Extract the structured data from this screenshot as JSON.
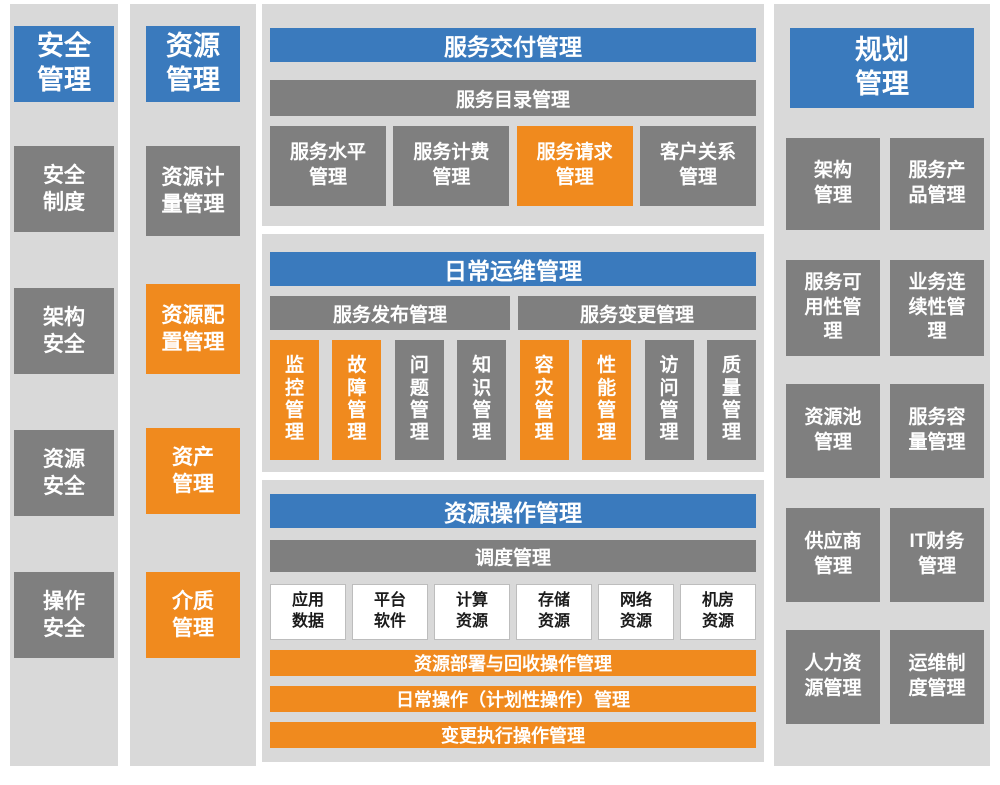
{
  "colors": {
    "blue": "#3A7ABD",
    "gray": "#7F7F7F",
    "orange": "#F08A1E",
    "column_background": "#D9D9D9",
    "white_box_text": "#1A1A1A"
  },
  "security_column": {
    "header": "安全\n管理",
    "items": [
      {
        "label": "安全\n制度"
      },
      {
        "label": "架构\n安全"
      },
      {
        "label": "资源\n安全"
      },
      {
        "label": "操作\n安全"
      }
    ]
  },
  "resource_column": {
    "header": "资源\n管理",
    "items": [
      {
        "label": "资源计\n量管理"
      },
      {
        "label": "资源配\n置管理"
      },
      {
        "label": "资产\n管理"
      },
      {
        "label": "介质\n管理"
      }
    ]
  },
  "service_delivery_panel": {
    "title": "服务交付管理",
    "catalog_bar": "服务目录管理",
    "boxes": [
      {
        "label": "服务水平\n管理"
      },
      {
        "label": "服务计费\n管理"
      },
      {
        "label": "服务请求\n管理"
      },
      {
        "label": "客户关系\n管理"
      }
    ]
  },
  "daily_ops_panel": {
    "title": "日常运维管理",
    "bars": [
      {
        "label": "服务发布管理"
      },
      {
        "label": "服务变更管理"
      }
    ],
    "boxes": [
      {
        "label": "监\n控\n管\n理"
      },
      {
        "label": "故\n障\n管\n理"
      },
      {
        "label": "问\n题\n管\n理"
      },
      {
        "label": "知\n识\n管\n理"
      },
      {
        "label": "容\n灾\n管\n理"
      },
      {
        "label": "性\n能\n管\n理"
      },
      {
        "label": "访\n问\n管\n理"
      },
      {
        "label": "质\n量\n管\n理"
      }
    ]
  },
  "resource_ops_panel": {
    "title": "资源操作管理",
    "dispatch_bar": "调度管理",
    "resources": [
      {
        "label": "应用\n数据"
      },
      {
        "label": "平台\n软件"
      },
      {
        "label": "计算\n资源"
      },
      {
        "label": "存储\n资源"
      },
      {
        "label": "网络\n资源"
      },
      {
        "label": "机房\n资源"
      }
    ],
    "bars": [
      {
        "label": "资源部署与回收操作管理"
      },
      {
        "label": "日常操作（计划性操作）管理"
      },
      {
        "label": "变更执行操作管理"
      }
    ]
  },
  "planning_column": {
    "header": "规划\n管理",
    "items": [
      {
        "label": "架构\n管理"
      },
      {
        "label": "服务产\n品管理"
      },
      {
        "label": "服务可\n用性管\n理"
      },
      {
        "label": "业务连\n续性管\n理"
      },
      {
        "label": "资源池\n管理"
      },
      {
        "label": "服务容\n量管理"
      },
      {
        "label": "供应商\n管理"
      },
      {
        "label": "IT财务\n管理"
      },
      {
        "label": "人力资\n源管理"
      },
      {
        "label": "运维制\n度管理"
      }
    ]
  }
}
